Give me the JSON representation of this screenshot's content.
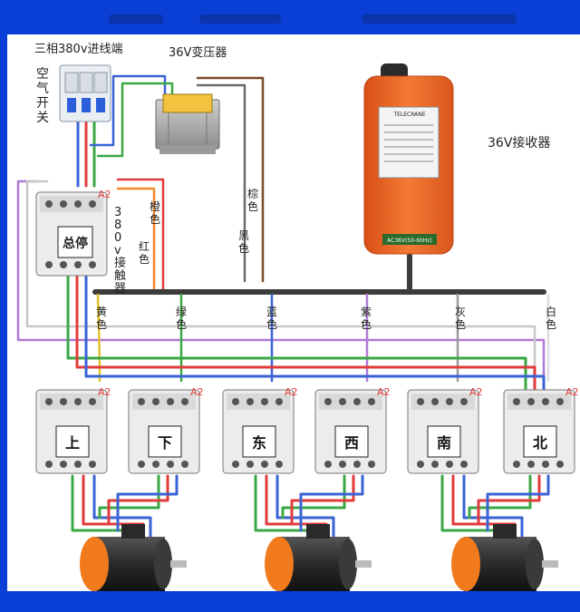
{
  "title_bar": {
    "text": ""
  },
  "labels": {
    "main_power": "三相380v进线端",
    "air_switch": "空气开关",
    "transformer": "36V变压器",
    "receiver": "36V接收器",
    "contactor_380": "380v接触器",
    "main_stop": "总停",
    "a2": "A2",
    "receiver_brand": "TELECRANE",
    "receiver_label": "AC36V(50-60Hz)"
  },
  "wire_colors": {
    "orange": "橙色",
    "red": "红色",
    "brown": "棕色",
    "black": "黑色",
    "yellow": "黄色",
    "green": "绿色",
    "blue": "蓝色",
    "purple": "紫色",
    "gray": "灰色",
    "white": "白色"
  },
  "contactors": [
    {
      "label": "上"
    },
    {
      "label": "下"
    },
    {
      "label": "东"
    },
    {
      "label": "西"
    },
    {
      "label": "南"
    },
    {
      "label": "北"
    }
  ],
  "colors": {
    "frame_blue": "#0a3fd6",
    "wire_red": "#e23b3b",
    "wire_green": "#3aa845",
    "wire_blue": "#3a63d6",
    "wire_purple": "#b07ad8",
    "receiver_orange": "#ee6a2a",
    "motor_orange": "#f07a1c"
  }
}
